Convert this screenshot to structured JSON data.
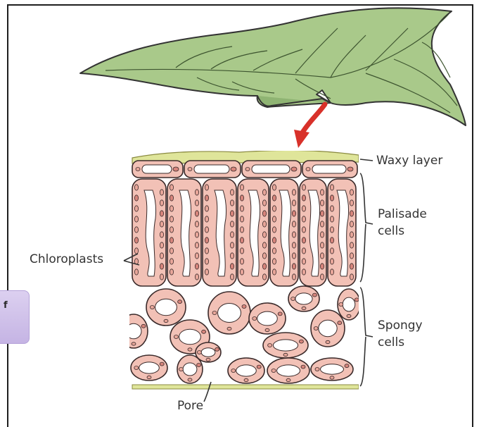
{
  "diagram": {
    "labels": {
      "waxy_layer": "Waxy layer",
      "palisade_1": "Palisade",
      "palisade_2": "cells",
      "chloroplasts": "Chloroplasts",
      "spongy_1": "Spongy",
      "spongy_2": "cells",
      "pore": "Pore"
    },
    "side_tab_text": "f"
  },
  "colors": {
    "leaf_fill": "#a9c98a",
    "leaf_stroke": "#333333",
    "cell_fill": "#f2c1b6",
    "cell_inner": "#ffffff",
    "cell_stroke": "#3a2a2a",
    "chloroplast_fill": "#e8a69a",
    "chloroplast_dark": "#d7857c",
    "waxy_layer": "#dfe59a",
    "arrow": "#d8312a",
    "frame": "#1e1e1e",
    "side_tab": "#cbbbe8"
  },
  "icons": {
    "arrow": "curved-down-arrow"
  }
}
